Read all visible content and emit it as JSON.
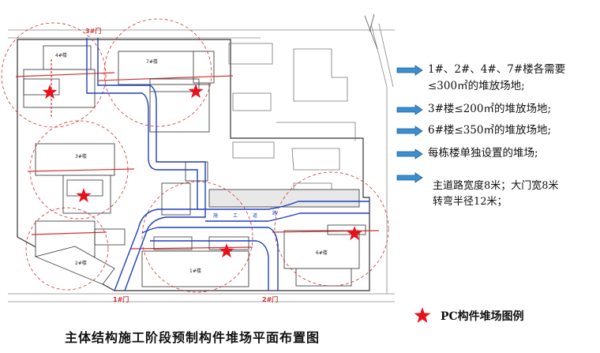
{
  "plan": {
    "gate3_label": "3#门",
    "gate1_label": "1#门",
    "gate2_label": "2#门",
    "site_labels": [
      "4#楼",
      "7#楼",
      "3#楼",
      "6#楼",
      "2#楼",
      "1#楼"
    ],
    "road_labels": [
      "施",
      "工",
      "道",
      "路"
    ]
  },
  "notes": [
    {
      "lines": [
        "1#、2#、4#、7#楼各需要",
        "≤300㎡的堆放场地;"
      ]
    },
    {
      "lines": [
        "3#楼≤200㎡的堆放场地;"
      ]
    },
    {
      "lines": [
        "6#楼≤350㎡的堆放场地;"
      ]
    },
    {
      "lines": [
        "每栋楼单独设置的堆场;"
      ]
    },
    {
      "lines": [
        "主道路宽度8米；大门宽8米",
        "转弯半径12米；"
      ]
    }
  ],
  "legend": {
    "label": "PC构件堆场图例"
  },
  "caption": "主体结构施工阶段预制构件堆场平面布置图",
  "colors": {
    "star": "#e8101a",
    "road": "#1f3fbf",
    "arrow": "#3b8fd0",
    "crane": "#d23030"
  }
}
